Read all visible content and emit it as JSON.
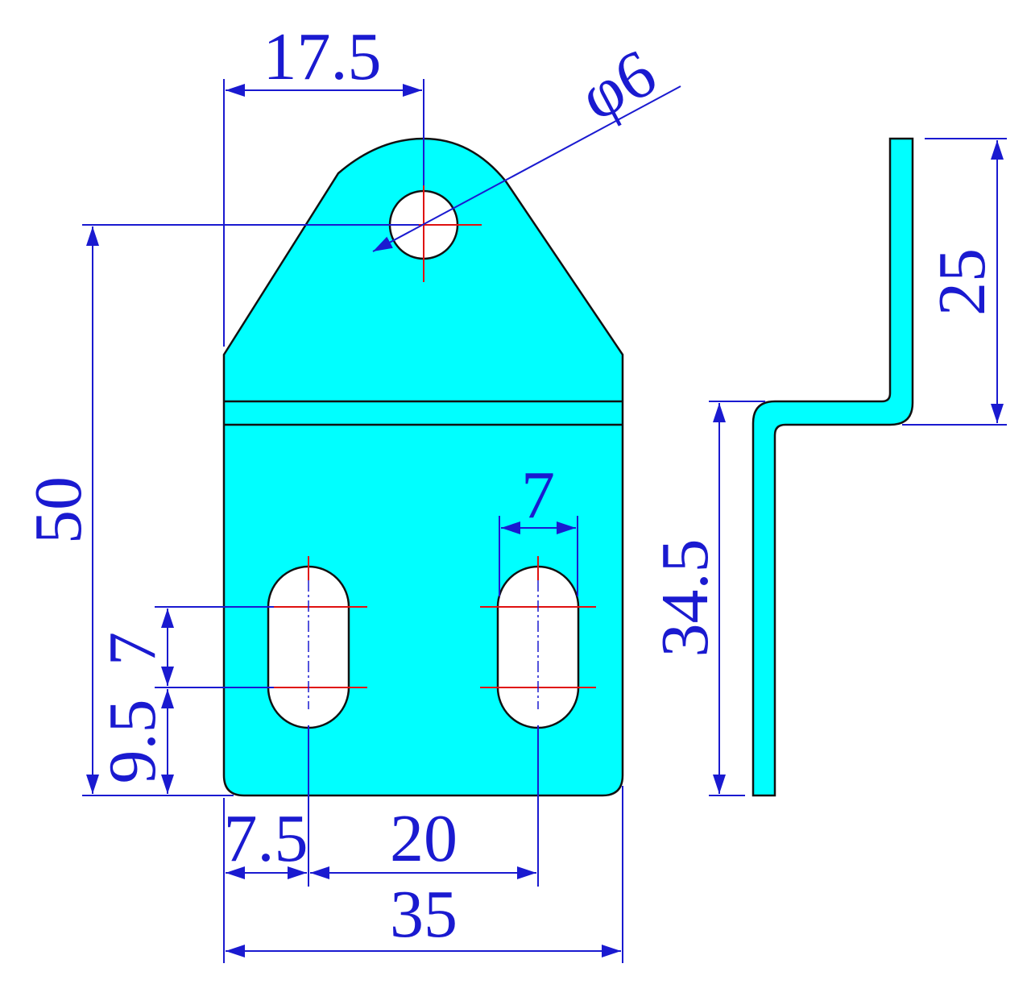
{
  "drawing": {
    "colors": {
      "part": "#00ffff",
      "dimension": "#1a1ad0",
      "centerline": "#e01010",
      "outline": "#111111"
    },
    "dimensions": {
      "hole_offset": "17.5",
      "hole_diameter": "φ6",
      "overall_height": "50",
      "slot_length": "7",
      "slot_bottom_offset": "9.5",
      "slot_left_offset": "7.5",
      "slot_spacing": "20",
      "overall_width": "35",
      "slot_width": "7",
      "lower_leg_height": "34.5",
      "upper_leg_height": "25"
    }
  }
}
